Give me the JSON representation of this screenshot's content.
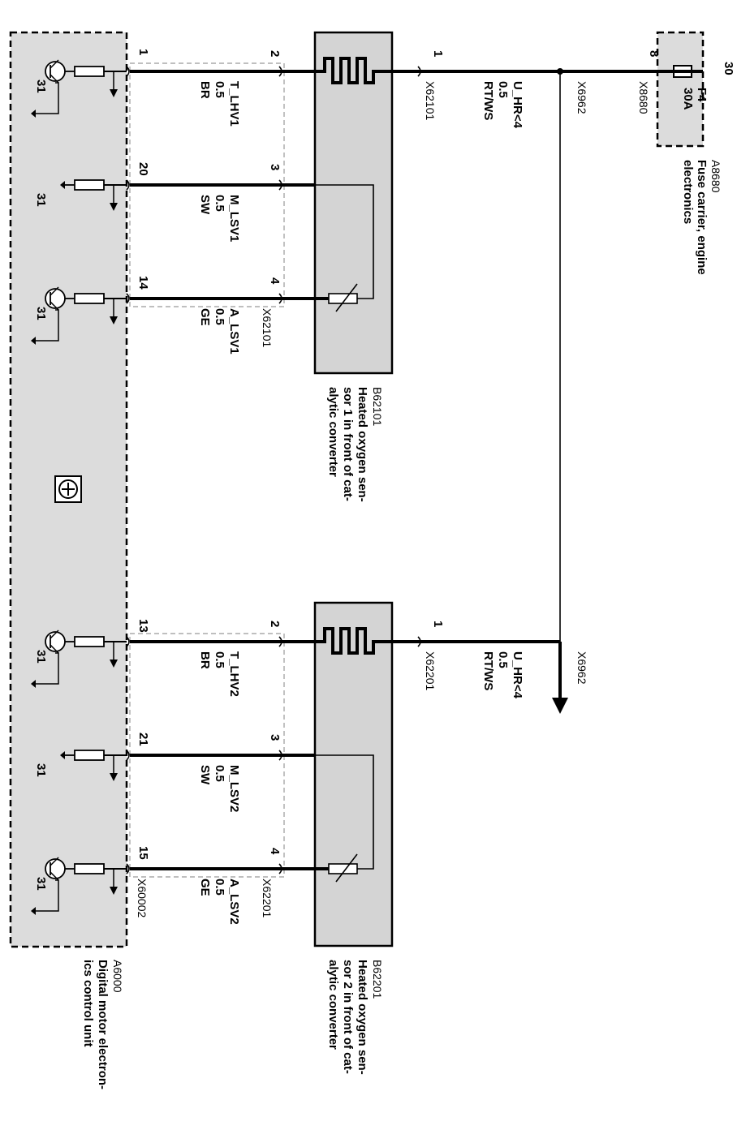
{
  "components": {
    "a6000": {
      "id": "A6000",
      "desc1": "Digital motor electron-",
      "desc2": "ics control unit",
      "connector": "X60002"
    },
    "a8680": {
      "id": "A8680",
      "desc1": "Fuse carrier, engine",
      "desc2": "electronics",
      "connector": "X8680",
      "fuse_label": "F4",
      "fuse_rating": "30A",
      "fuse_terminal": "30",
      "pin": "8"
    },
    "b62101": {
      "id": "B62101",
      "desc1": "Heated oxygen sen-",
      "desc2": "sor 1 in front of cat-",
      "desc3": "alytic converter",
      "conn_left": "X62101",
      "conn_right": "X62101"
    },
    "b62201": {
      "id": "B62201",
      "desc1": "Heated oxygen sen-",
      "desc2": "sor 2 in front of cat-",
      "desc3": "alytic converter",
      "conn_left": "X62201",
      "conn_right": "X62201"
    }
  },
  "splice": {
    "top": "X6962",
    "bottom": "X6962"
  },
  "ground_label": "31",
  "wires": [
    {
      "ecu_pin": "1",
      "sensor_pin": "2",
      "signal": "T_LHV1",
      "size": "0.5",
      "color": "BR"
    },
    {
      "ecu_pin": "20",
      "sensor_pin": "3",
      "signal": "M_LSV1",
      "size": "0.5",
      "color": "SW"
    },
    {
      "ecu_pin": "14",
      "sensor_pin": "4",
      "signal": "A_LSV1",
      "size": "0.5",
      "color": "GE"
    },
    {
      "ecu_pin": "13",
      "sensor_pin": "2",
      "signal": "T_LHV2",
      "size": "0.5",
      "color": "BR"
    },
    {
      "ecu_pin": "21",
      "sensor_pin": "3",
      "signal": "M_LSV2",
      "size": "0.5",
      "color": "SW"
    },
    {
      "ecu_pin": "15",
      "sensor_pin": "4",
      "signal": "A_LSV2",
      "size": "0.5",
      "color": "GE"
    }
  ],
  "supply": [
    {
      "sensor_pin": "1",
      "signal": "U_HR<4",
      "size": "0.5",
      "color": "RT/WS"
    },
    {
      "sensor_pin": "1",
      "signal": "U_HR<4",
      "size": "0.5",
      "color": "RT/WS"
    }
  ]
}
